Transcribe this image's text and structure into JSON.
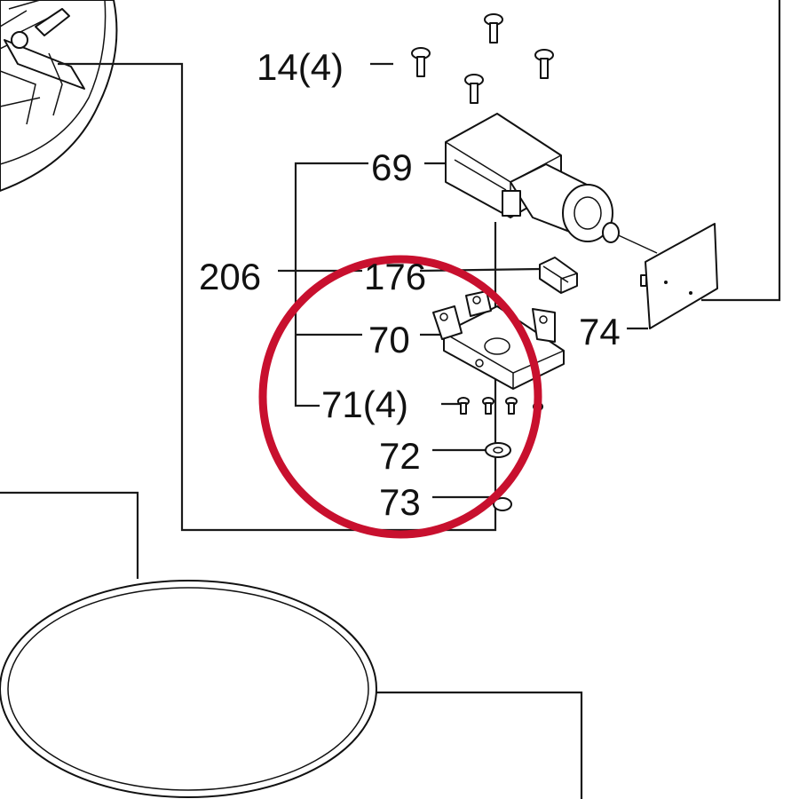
{
  "labels": {
    "screws_top": "14(4)",
    "motor": "69",
    "connector_label": "206",
    "connector_part": "176",
    "bracket": "70",
    "screws_small": "71(4)",
    "washer": "72",
    "nut": "73",
    "board": "74"
  },
  "colors": {
    "highlight_circle": "#c8102e",
    "line": "#1a1a1a",
    "background": "#ffffff"
  }
}
